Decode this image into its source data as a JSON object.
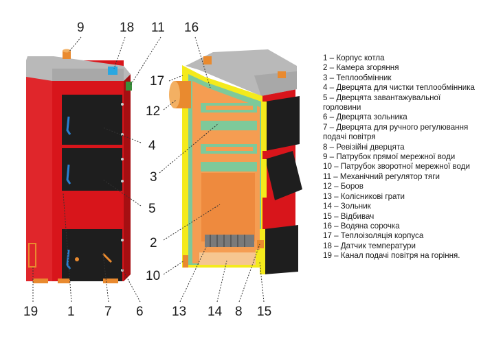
{
  "callout_numbers": {
    "n9": "9",
    "n18": "18",
    "n11": "11",
    "n16": "16",
    "n17": "17",
    "n12": "12",
    "n4": "4",
    "n3": "3",
    "n5": "5",
    "n2": "2",
    "n10": "10",
    "n19": "19",
    "n1": "1",
    "n7": "7",
    "n6": "6",
    "n13": "13",
    "n14": "14",
    "n8": "8",
    "n15": "15"
  },
  "legend": [
    "1 – Корпус  котла",
    "2 – Камера згоряння",
    "3 – Теплообмінник",
    "4 – Дверцята для чистки теплообмінника",
    "5 – Дверцята завантажувальної горловини",
    "6 – Дверцята зольника",
    "7 – Дверцята для ручного регулювання подачі повітря",
    "8 – Ревізійні дверцята",
    "9 – Патрубок прямої мережної води",
    "10 – Патрубок зворотної мережної води",
    "11 – Механічний регулятор тяги",
    "12 – Боров",
    "13 – Колісникові грати",
    "14 – Зольник",
    "15 – Відбивач",
    "16 – Водяна сорочка",
    "17 – Теплоізоляція корпуса",
    "18 – Датчик температури",
    "19 – Канал подачі повітря на горіння."
  ],
  "colors": {
    "casing_red": "#d8151b",
    "casing_red_dark": "#a50f12",
    "door_black": "#1e1e1e",
    "top_gray": "#b9b9b9",
    "insulation_yellow": "#f4ea1c",
    "water_jacket_green": "#7ec99a",
    "firebox_orange": "#f59d52",
    "pipe_orange": "#e98a2f",
    "sensor_blue": "#29a7e1"
  }
}
